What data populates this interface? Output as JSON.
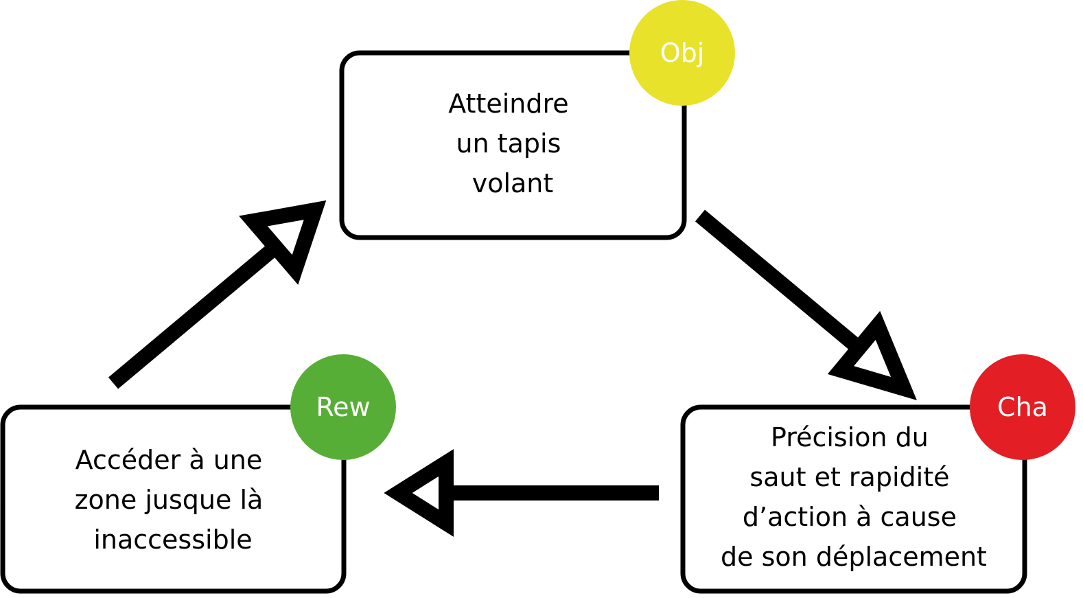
{
  "nodes": {
    "objective": {
      "badge": "Obj",
      "badge_color": "#e8e22a",
      "lines": [
        "Atteindre",
        "un tapis",
        "volant"
      ]
    },
    "challenge": {
      "badge": "Cha",
      "badge_color": "#e31e24",
      "lines": [
        "Précision du",
        "saut et rapidité",
        "d’action à cause",
        "de son déplacement"
      ]
    },
    "reward": {
      "badge": "Rew",
      "badge_color": "#57ae37",
      "lines": [
        "Accéder à une",
        "zone jusque là",
        "inaccessible"
      ]
    }
  },
  "edges": [
    {
      "from": "objective",
      "to": "challenge"
    },
    {
      "from": "challenge",
      "to": "reward"
    },
    {
      "from": "reward",
      "to": "objective"
    }
  ],
  "colors": {
    "stroke": "#000000",
    "background": "#ffffff"
  }
}
